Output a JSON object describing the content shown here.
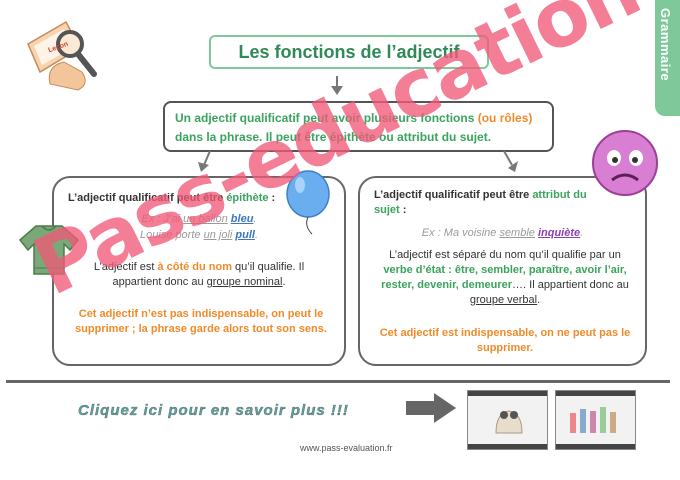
{
  "side_tab": {
    "label": "Grammaire"
  },
  "lesson_badge": {
    "label": "Leçon"
  },
  "title": "Les fonctions de l’adjectif",
  "intro": {
    "p1": "Un adjectif qualificatif peut avoir plusieurs fonctions ",
    "p2": "(ou rôles)",
    "p3": " dans la phrase. Il peut être épithète ou attribut du sujet."
  },
  "left_card": {
    "heading_pre": "L’adjectif qualificatif peut être ",
    "heading_kw": "épithète",
    "heading_post": " :",
    "ex1_pre": "Ex : J’ai ",
    "ex1_u": "un ballon",
    "ex1_kw": "bleu",
    "ex1_post": ".",
    "ex2_pre": "Louise porte ",
    "ex2_u": "un joli",
    "ex2_kw": "pull",
    "ex2_post": ".",
    "body_pre": "L’adjectif est ",
    "body_kw": "à côté du nom",
    "body_mid": " qu’il qualifie. Il appartient donc au ",
    "body_u": "groupe nominal",
    "body_post": ".",
    "note": "Cet adjectif n’est pas indispensable, on peut le supprimer ; la phrase garde alors tout son sens."
  },
  "right_card": {
    "heading_pre": "L’adjectif qualificatif peut être ",
    "heading_kw": "attribut du sujet",
    "heading_post": " :",
    "ex1_pre": "Ex : Ma voisine ",
    "ex1_u": "semble",
    "ex1_kw": "inquiète",
    "ex1_post": ".",
    "body_pre": "L’adjectif est séparé du nom qu’il qualifie par un ",
    "body_kw": "verbe d’état : être, sembler, paraître, avoir l’air, rester, devenir, demeurer",
    "body_mid": "…. Il appartient donc au ",
    "body_u": "groupe verbal",
    "body_post": ".",
    "note": "Cet adjectif est indispensable, on ne peut pas le supprimer."
  },
  "more_link": "Cliquez ici pour en savoir plus !!!",
  "footer": "www.pass-evaluation.fr",
  "watermark": "Pass-education",
  "colors": {
    "green": "#3aa35e",
    "orange": "#f08a2a",
    "tab": "#7fc89a",
    "watermark": "#f05a78"
  },
  "icons": [
    "magnifier-icon",
    "balloon-icon",
    "sweater-icon",
    "worried-face-icon",
    "arrow-right-icon",
    "arrow-down-icon"
  ]
}
